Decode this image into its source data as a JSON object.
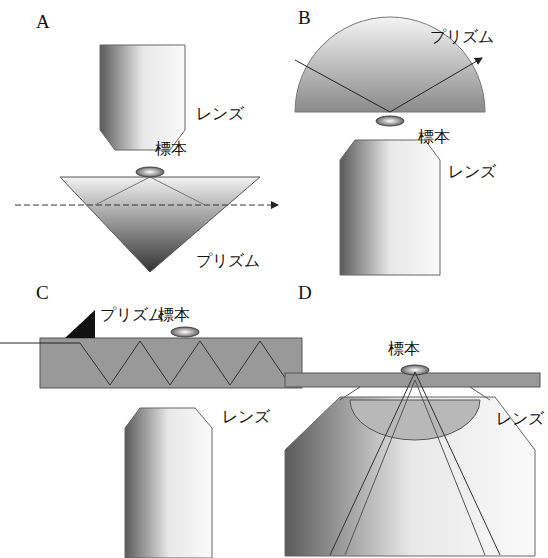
{
  "diagram": {
    "labels": [
      "A",
      "レンズ",
      "標本",
      "プリズム",
      "B",
      "プリズム",
      "標本",
      "レンズ",
      "C",
      "プリズム",
      "標本",
      "レンズ",
      "D",
      "標本",
      "レンズ"
    ]
  }
}
